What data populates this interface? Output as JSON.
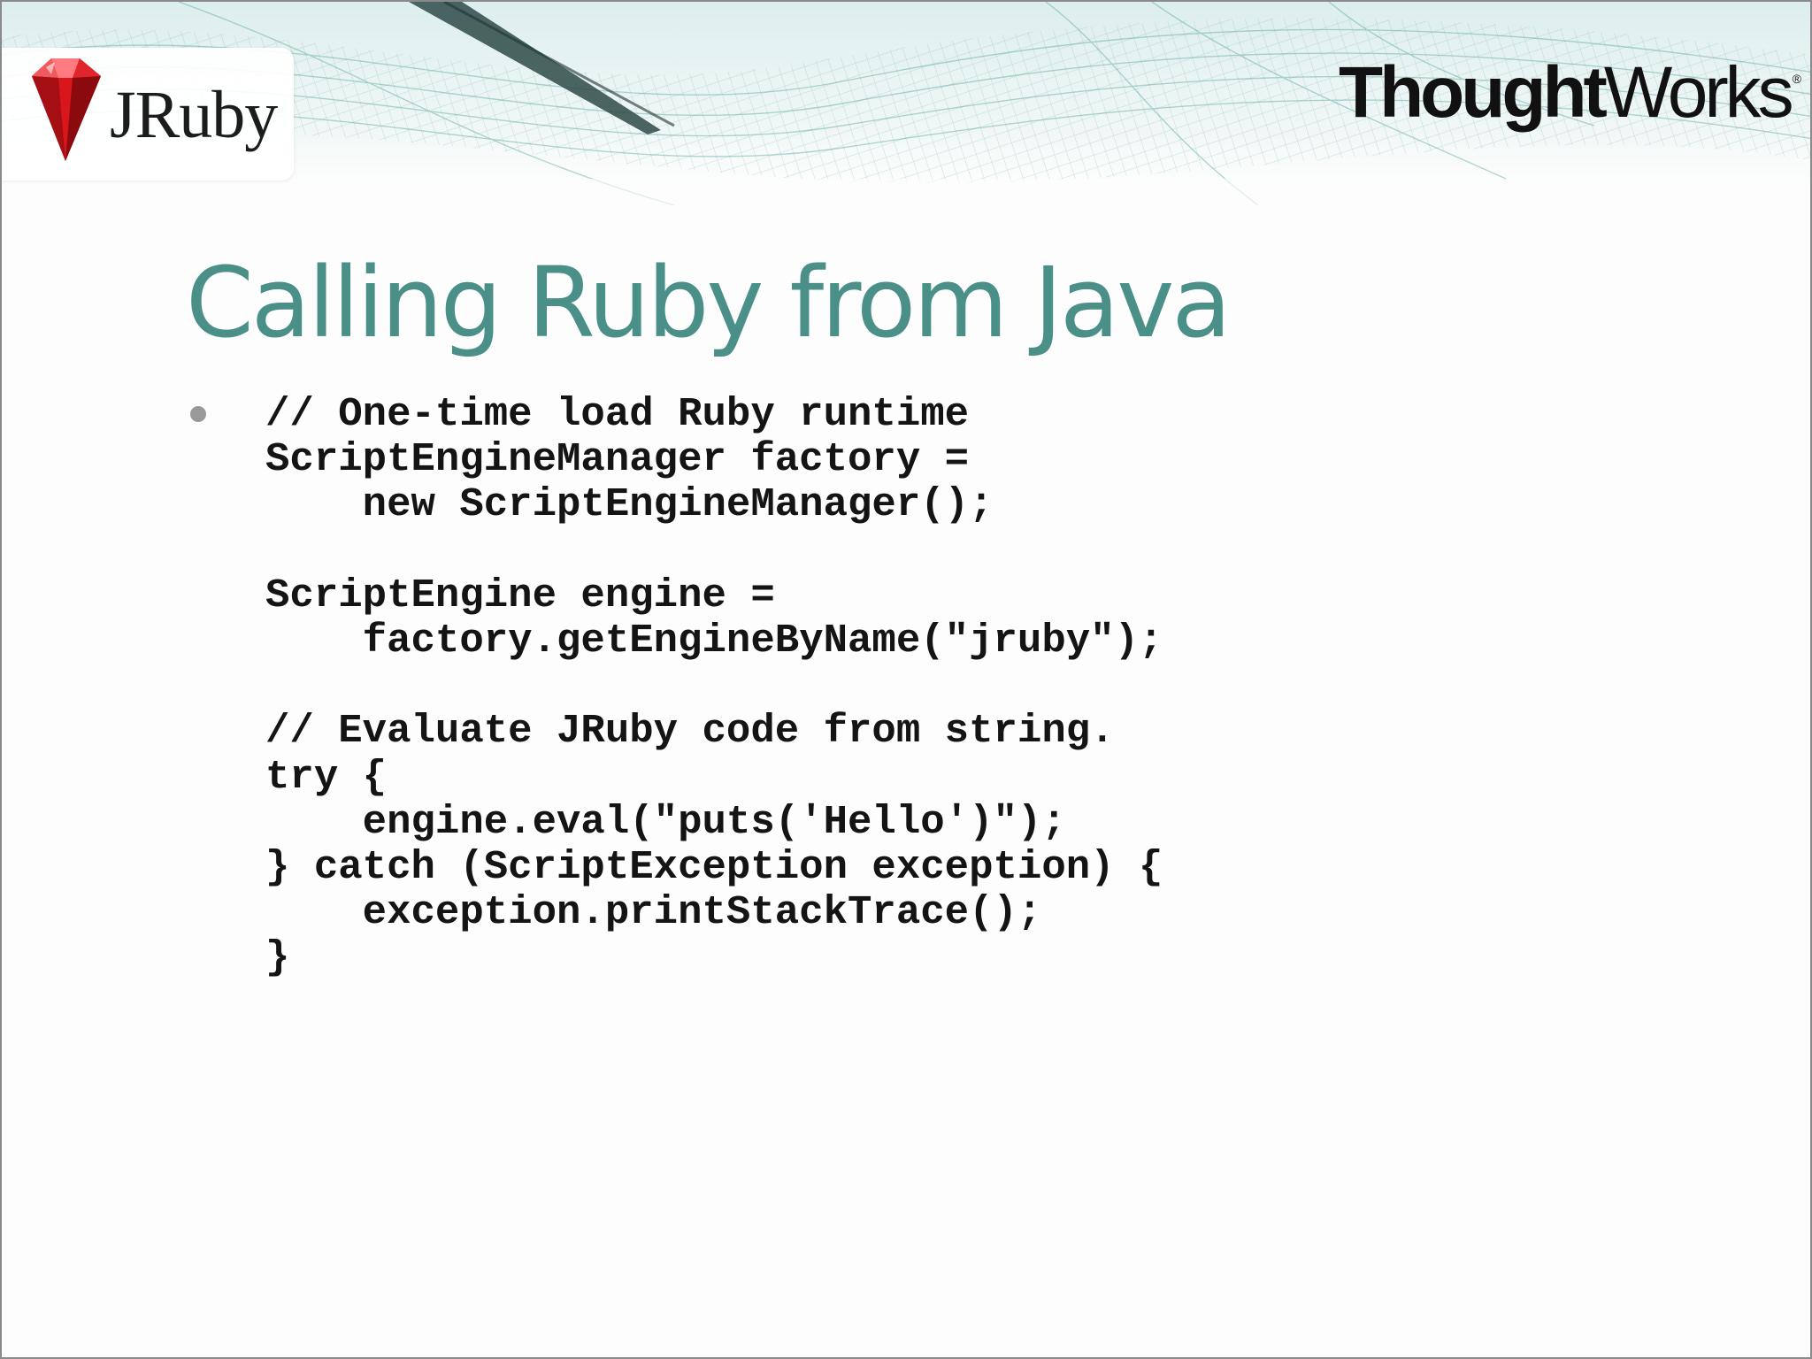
{
  "header": {
    "left_logo": {
      "text": "JRuby",
      "icon": "ruby-gem-icon",
      "gem_color": "#d8161b"
    },
    "right_logo": {
      "bold_part": "Thought",
      "regular_part": "Works",
      "mark": "®"
    },
    "band_color": "#5aa79d"
  },
  "slide": {
    "title": "Calling Ruby from Java",
    "title_color": "#4a9089",
    "code_lines": [
      "// One-time load Ruby runtime",
      "ScriptEngineManager factory =",
      "    new ScriptEngineManager();",
      "",
      "ScriptEngine engine =",
      "    factory.getEngineByName(\"jruby\");",
      "",
      "// Evaluate JRuby code from string.",
      "try {",
      "    engine.eval(\"puts('Hello')\");",
      "} catch (ScriptException exception) {",
      "    exception.printStackTrace();",
      "}"
    ]
  }
}
